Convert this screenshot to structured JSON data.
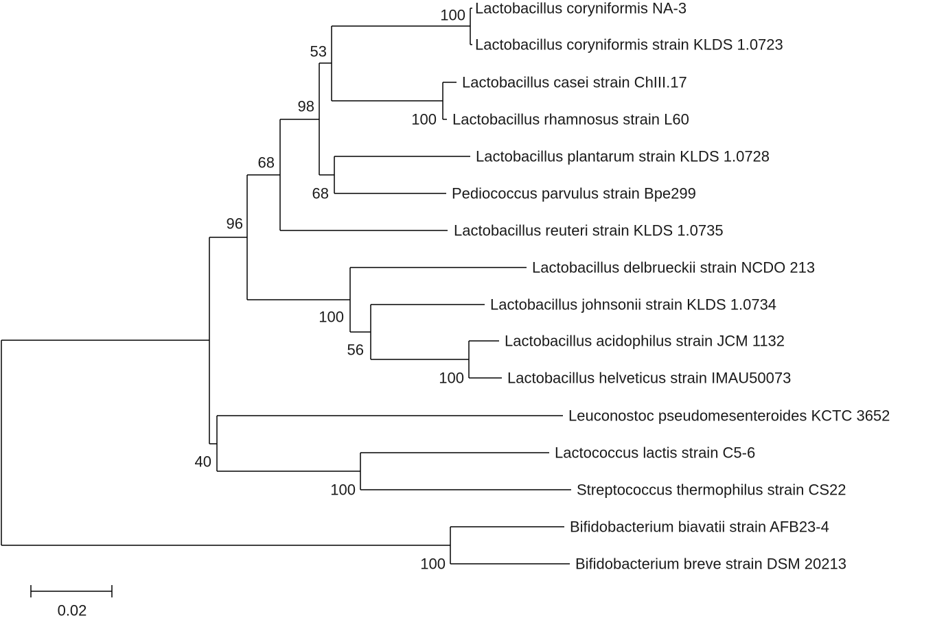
{
  "title": "Phylogenetic tree",
  "leaves": [
    "Lactobacillus coryniformis NA-3",
    "Lactobacillus coryniformis strain KLDS 1.0723",
    "Lactobacillus casei strain ChIII.17",
    "Lactobacillus rhamnosus strain L60",
    "Lactobacillus plantarum strain KLDS 1.0728",
    "Pediococcus parvulus strain Bpe299",
    "Lactobacillus reuteri strain KLDS 1.0735",
    "Lactobacillus delbrueckii strain NCDO 213",
    "Lactobacillus johnsonii strain KLDS 1.0734",
    "Lactobacillus acidophilus strain JCM 1132",
    "Lactobacillus helveticus strain IMAU50073",
    "Leuconostoc pseudomesenteroides KCTC 3652",
    "Lactococcus lactis strain C5-6",
    "Streptococcus thermophilus strain CS22",
    "Bifidobacterium biavatii strain AFB23-4",
    "Bifidobacterium breve strain DSM 20213"
  ],
  "bootstrap": {
    "coryniformis": "100",
    "coryniformis_casei": "53",
    "coryniformis_plantarum": "98",
    "plantarum_reuteri": "68",
    "main_lactobacillus": "96",
    "casei_rhamnosus": "100",
    "plantarum_pediococcus": "68",
    "delbrueckii_group": "100",
    "johnsonii_group": "56",
    "acidophilus_helveticus": "100",
    "leuconostoc_group": "40",
    "lactococcus_streptococcus": "100",
    "bifidobacterium": "100"
  },
  "scale_bar": {
    "label": "0.02",
    "value": 0.02
  }
}
